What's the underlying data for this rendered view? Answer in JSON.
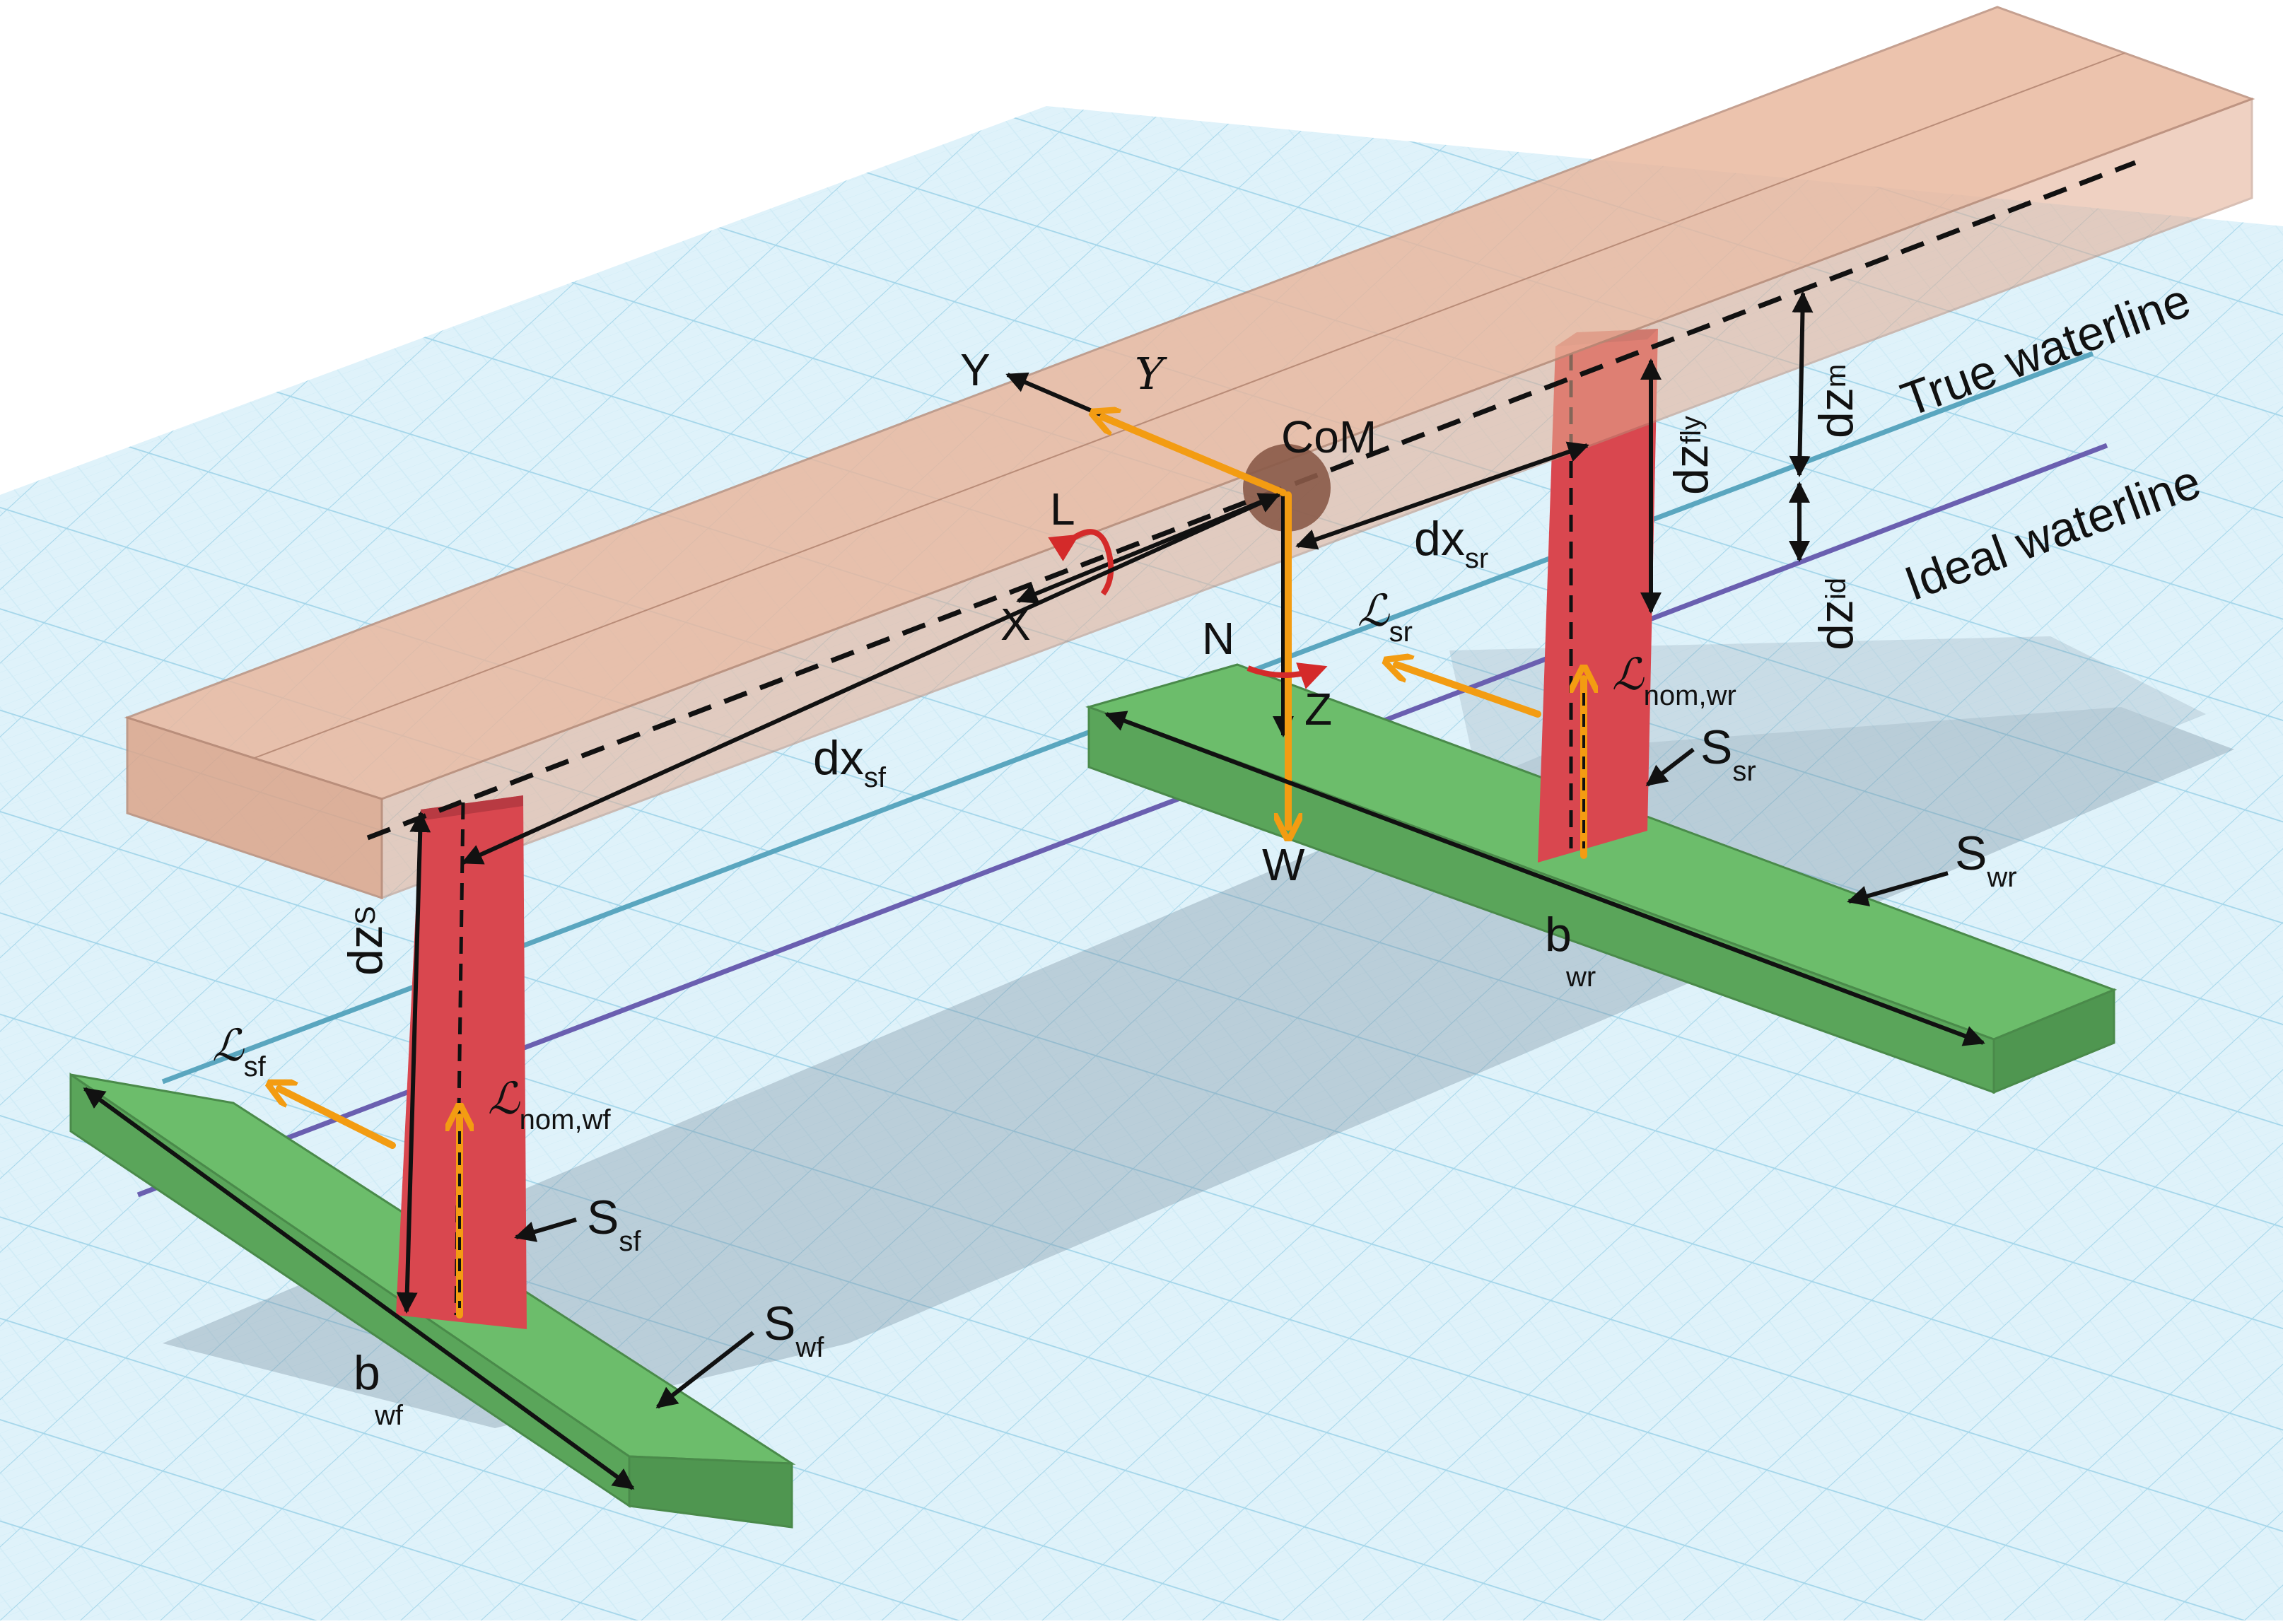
{
  "colors": {
    "water_grid": "#bfe4f2",
    "water_line": "#8fcbe3",
    "hull": "#e9b69c",
    "strut": "#d9474f",
    "wing": "#6cbd6b",
    "force": "#f39c12",
    "moment": "#d42a2a",
    "true_waterline": "#5aa6bf",
    "ideal_waterline": "#6a5fb0",
    "com": "#8a5a48"
  },
  "icons": {
    "roll_moment": "curved-arrow-icon",
    "yaw_moment": "curved-arrow-icon"
  },
  "labels": {
    "true_waterline": "True waterline",
    "ideal_waterline": "Ideal waterline",
    "com": "CoM",
    "axis_x": "X",
    "axis_y": "Y",
    "axis_z": "Z",
    "force_y": "Y",
    "weight": "W",
    "roll_moment": "L",
    "yaw_moment": "N"
  },
  "dimensions": {
    "dx_sf": {
      "main": "dx",
      "sub": "sf"
    },
    "dx_sr": {
      "main": "dx",
      "sub": "sr"
    },
    "dz_s": {
      "main": "dz",
      "sub": "S"
    },
    "dz_fly": {
      "main": "dz",
      "sub": "fly"
    },
    "dz_m": {
      "main": "dz",
      "sub": "m"
    },
    "dz_id": {
      "main": "dz",
      "sub": "id"
    },
    "b_wr": {
      "main": "b",
      "sub": "wr"
    },
    "b_wf": {
      "main": "b",
      "sub": "wf"
    }
  },
  "components": {
    "s_sr": {
      "main": "S",
      "sub": "sr"
    },
    "s_wr": {
      "main": "S",
      "sub": "wr"
    },
    "s_sf": {
      "main": "S",
      "sub": "sf"
    },
    "s_wf": {
      "main": "S",
      "sub": "wf"
    }
  },
  "forces": {
    "lift_sr": {
      "main": "ℒ",
      "sub": "sr"
    },
    "lift_sf": {
      "main": "ℒ",
      "sub": "sf"
    },
    "lift_nom_wr": {
      "main": "ℒ",
      "sub": "nom,wr"
    },
    "lift_nom_wf": {
      "main": "ℒ",
      "sub": "nom,wf"
    }
  }
}
